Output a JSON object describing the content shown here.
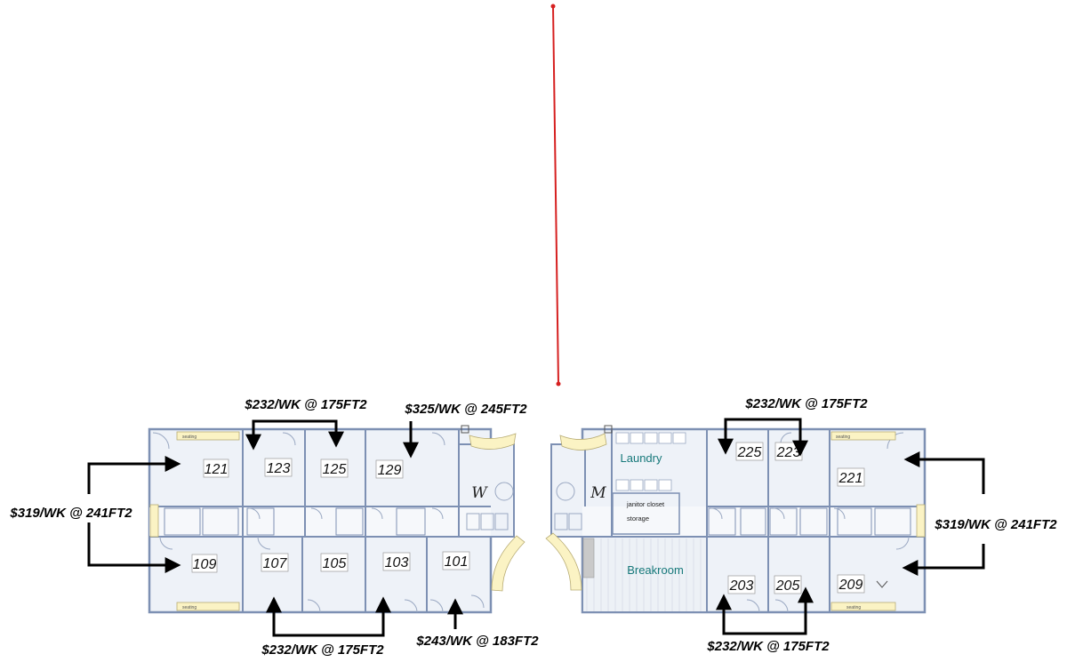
{
  "rooms": {
    "r121": "121",
    "r123": "123",
    "r125": "125",
    "r129": "129",
    "r109": "109",
    "r107": "107",
    "r105": "105",
    "r103": "103",
    "r101": "101",
    "r225": "225",
    "r223": "223",
    "r221": "221",
    "r203": "203",
    "r205": "205",
    "r209": "209"
  },
  "areas": {
    "laundry": "Laundry",
    "breakroom": "Breakroom",
    "janitor": "janitor closet",
    "storage": "storage",
    "seating": "seating",
    "restroom_w": "W",
    "restroom_m": "M"
  },
  "prices": {
    "p123_125": "$232/WK @ 175FT2",
    "p129": "$325/WK @ 245FT2",
    "p121_109": "$319/WK @ 241FT2",
    "p107_103": "$232/WK @ 175FT2",
    "p101": "$243/WK @ 183FT2",
    "p225_223": "$232/WK @ 175FT2",
    "p221_209": "$319/WK @ 241FT2",
    "p203_205": "$232/WK @ 175FT2"
  },
  "colors": {
    "wall": "#7d90b3",
    "floor": "#eef2f8",
    "arrow": "#000000",
    "red_line": "#d62020",
    "seating": "#fbf3c4",
    "label_teal": "#16787a"
  }
}
